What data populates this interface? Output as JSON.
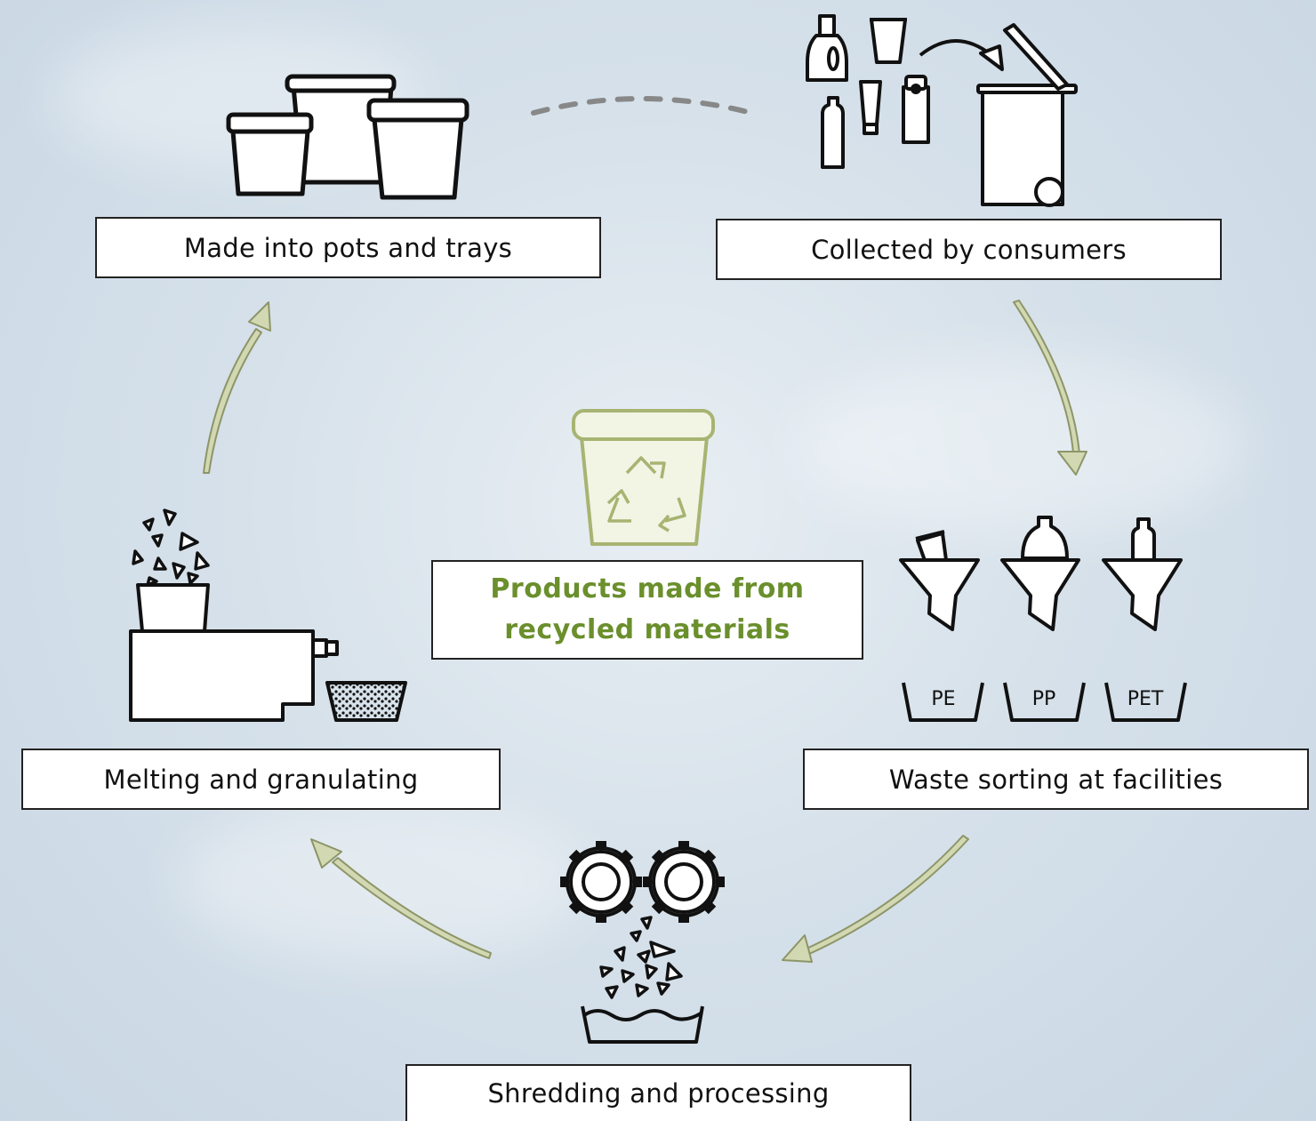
{
  "steps": {
    "pots": "Made into pots and trays",
    "collected": "Collected by consumers",
    "sorting": "Waste sorting at facilities",
    "shredding": "Shredding and processing",
    "melting": "Melting and granulating"
  },
  "center": {
    "line1": "Products made from",
    "line2": "recycled materials"
  },
  "bins": [
    "PE",
    "PP",
    "PET"
  ],
  "colors": {
    "accent_green": "#6a8f2c",
    "arrow_fill": "#d2d8b2",
    "ink": "#111111"
  }
}
